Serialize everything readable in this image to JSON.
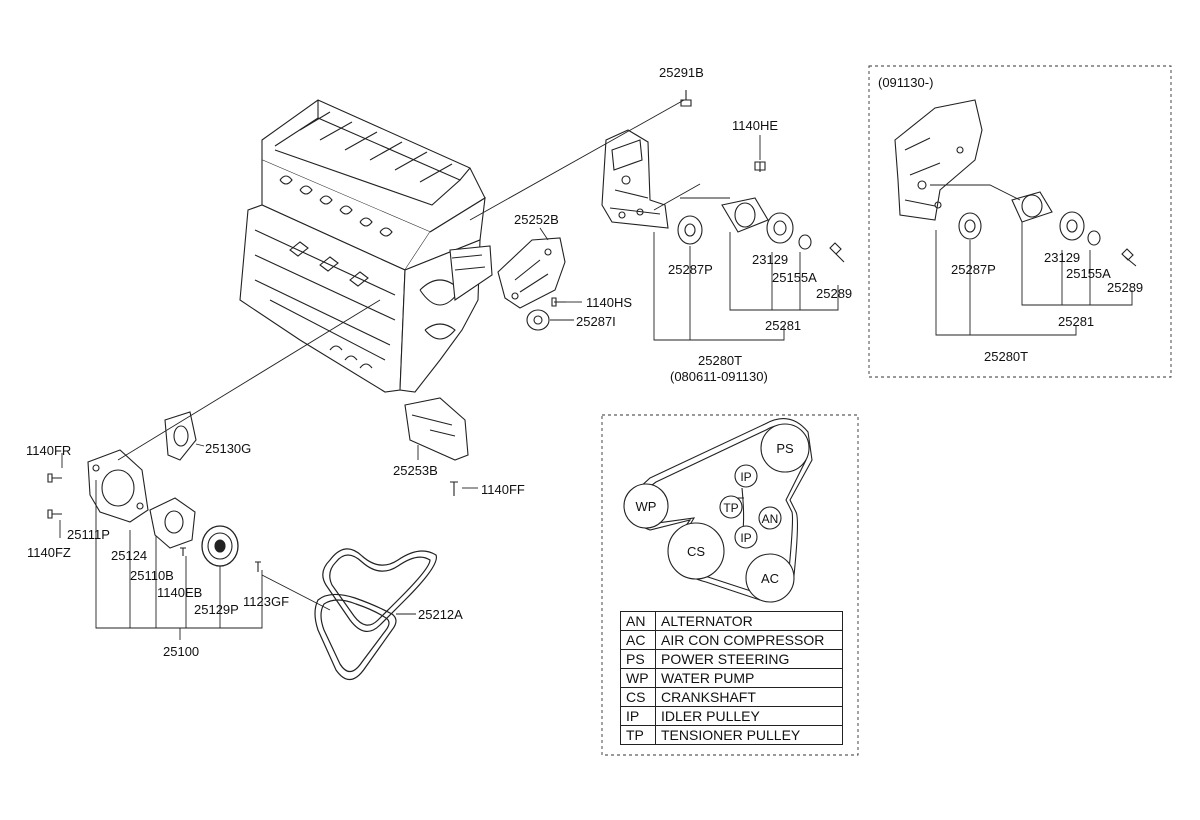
{
  "callouts": {
    "p25291B": "25291B",
    "p1140HE": "1140HE",
    "p25252B": "25252B",
    "p1140HS": "1140HS",
    "p25287I": "25287I",
    "p25287P_a": "25287P",
    "p23129_a": "23129",
    "p25155A_a": "25155A",
    "p25289_a": "25289",
    "p25281_a": "25281",
    "p25280T_a": "25280T",
    "p080611": "(080611-091130)",
    "p1140FR": "1140FR",
    "p25130G": "25130G",
    "p25253B": "25253B",
    "p1140FF": "1140FF",
    "p25111P": "25111P",
    "p1140FZ": "1140FZ",
    "p25124": "25124",
    "p25110B": "25110B",
    "p1140EB": "1140EB",
    "p25129P": "25129P",
    "p1123GF": "1123GF",
    "p25212A": "25212A",
    "p25100": "25100"
  },
  "inset": {
    "title": "(091130-)",
    "p25287P": "25287P",
    "p23129": "23129",
    "p25155A": "25155A",
    "p25289": "25289",
    "p25281": "25281",
    "p25280T": "25280T"
  },
  "routing": {
    "PS": "PS",
    "IP1": "IP",
    "WP": "WP",
    "TP": "TP",
    "AN": "AN",
    "IP2": "IP",
    "CS": "CS",
    "AC": "AC"
  },
  "legend": [
    {
      "code": "AN",
      "name": "ALTERNATOR"
    },
    {
      "code": "AC",
      "name": "AIR CON COMPRESSOR"
    },
    {
      "code": "PS",
      "name": "POWER STEERING"
    },
    {
      "code": "WP",
      "name": "WATER PUMP"
    },
    {
      "code": "CS",
      "name": "CRANKSHAFT"
    },
    {
      "code": "IP",
      "name": "IDLER PULLEY"
    },
    {
      "code": "TP",
      "name": "TENSIONER PULLEY"
    }
  ]
}
